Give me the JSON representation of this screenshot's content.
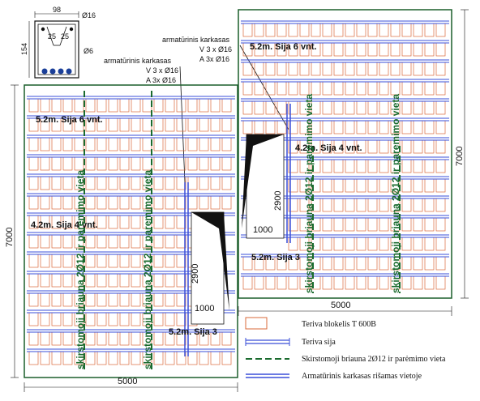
{
  "section": {
    "width": "98",
    "height": "154",
    "top_bar": "Ø16",
    "stirrup": "Ø6",
    "cover_a": "25",
    "cover_b": "25"
  },
  "callouts": [
    {
      "title": "armatūrinis karkasas",
      "line1": "V 3 x Ø16",
      "line2": "A 3x Ø16"
    },
    {
      "title": "armatūrinis karkasas",
      "line1": "V 3 x Ø16",
      "line2": "A 3x Ø16"
    }
  ],
  "left_plan": {
    "beam_6": "5.2m. Sija 6  vnt.",
    "beam_4": "4.2m. Sija 4  vnt.",
    "beam_3": "5.2m. Sija 3",
    "dim_width": "5000",
    "dim_height": "7000",
    "dim_opening_h": "2900",
    "dim_opening_w": "1000",
    "edge_label": "skirstomoji briauna 2Ø12 ir paremimo vieta"
  },
  "right_plan": {
    "beam_6": "5.2m. Sija 6  vnt.",
    "beam_4": "4.2m. Sija 4  vnt.",
    "beam_3": "5.2m. Sija 3",
    "dim_width": "5000",
    "dim_height": "7000",
    "dim_opening_h": "2900",
    "dim_opening_w": "1000",
    "edge_label": "skirstomoji briauna 2Ø12 ir paremimo vieta"
  },
  "legend": [
    {
      "label": "Teriva blokelis T 600B",
      "symbol": "block"
    },
    {
      "label": "Teriva sija",
      "symbol": "beam"
    },
    {
      "label": "Skirstomoji briauna 2Ø12 ir  parėmimo vieta",
      "symbol": "rib"
    },
    {
      "label": "Armatūrinis karkasas rišamas vietoje",
      "symbol": "cage"
    }
  ],
  "colors": {
    "block": "#d96a3a",
    "beam": "#3a4fd8",
    "rib": "#1a6b2e",
    "frame": "#1a5e2a",
    "dark": "#111111"
  }
}
